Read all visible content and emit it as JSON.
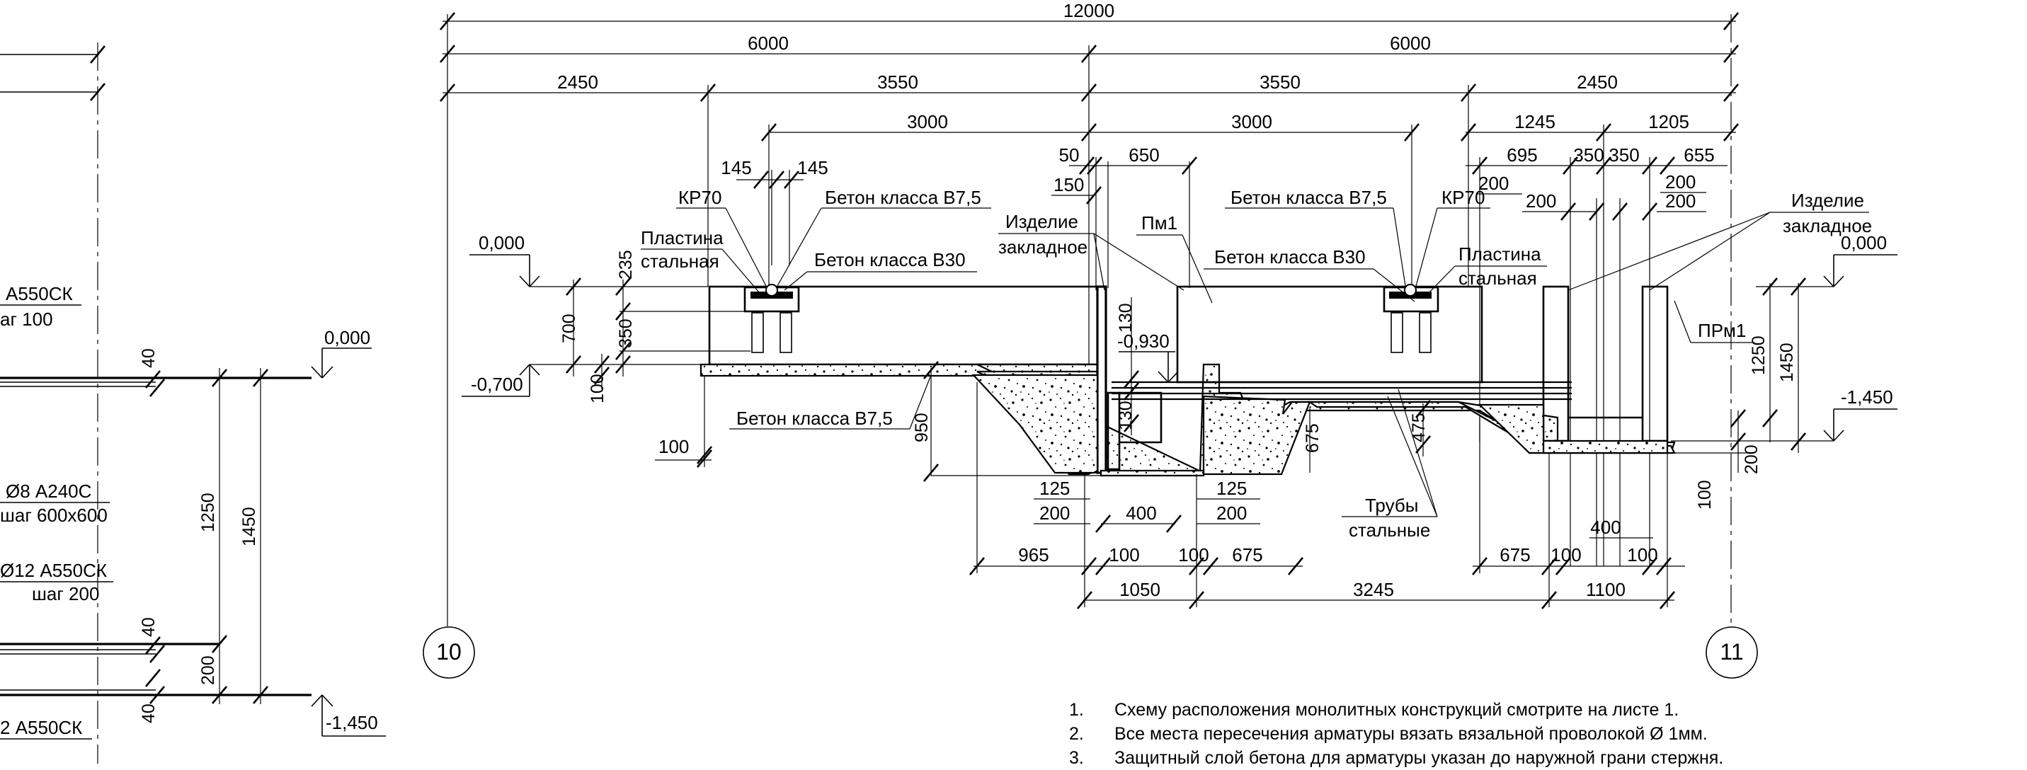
{
  "drawing": {
    "overall_dims": [
      "12000",
      "6000",
      "6000",
      "2450",
      "3550",
      "3550",
      "2450",
      "3000",
      "3000",
      "1245",
      "1205"
    ],
    "upper_dims": [
      "145",
      "145",
      "50",
      "650",
      "150",
      "695",
      "350",
      "350",
      "655",
      "200",
      "200",
      "200",
      "200"
    ],
    "side_dims": [
      "235",
      "350",
      "700",
      "100",
      "100",
      "950",
      "130",
      "130",
      "675",
      "475",
      "1250",
      "1450",
      "200",
      "100"
    ],
    "lower_dims": [
      "125",
      "200",
      "400",
      "125",
      "200",
      "965",
      "100",
      "100",
      "675",
      "675",
      "100",
      "400",
      "100",
      "1050",
      "3245",
      "1100"
    ],
    "labels": {
      "kr70": "КР70",
      "plate_line1": "Пластина",
      "plate_line2": "стальная",
      "concrete_b75": "Бетон класса В7,5",
      "concrete_b30": "Бетон класса В30",
      "embed_line1": "Изделие",
      "embed_line2": "закладное",
      "pm1": "Пм1",
      "prm1": "ПРм1",
      "pipes_line1": "Трубы",
      "pipes_line2": "стальные"
    },
    "levels": {
      "zero": "0,000",
      "minus_0700": "-0,700",
      "minus_0930": "-0,930",
      "minus_1450": "-1,450"
    },
    "axes": [
      "10",
      "11"
    ]
  },
  "left_detail": {
    "rebar1_line1": "А550СК",
    "rebar1_line2": "аг 100",
    "rebar2_line1": "Ø8 А240С",
    "rebar2_line2": "шаг 600х600",
    "rebar3_line1": "Ø12 А550СК",
    "rebar3_line2": "шаг 200",
    "rebar4": "2 А550СК",
    "dims": [
      "40",
      "1250",
      "1450",
      "40",
      "200",
      "40"
    ],
    "level_top": "0,000",
    "level_bottom": "-1,450"
  },
  "notes": [
    {
      "num": "1.",
      "text": "Схему расположения монолитных конструкций смотрите на листе 1."
    },
    {
      "num": "2.",
      "text": "Все места пересечения арматуры вязать вязальной проволокой Ø 1мм."
    },
    {
      "num": "3.",
      "text": "Защитный слой бетона для арматуры указан до наружной грани стержня."
    }
  ]
}
